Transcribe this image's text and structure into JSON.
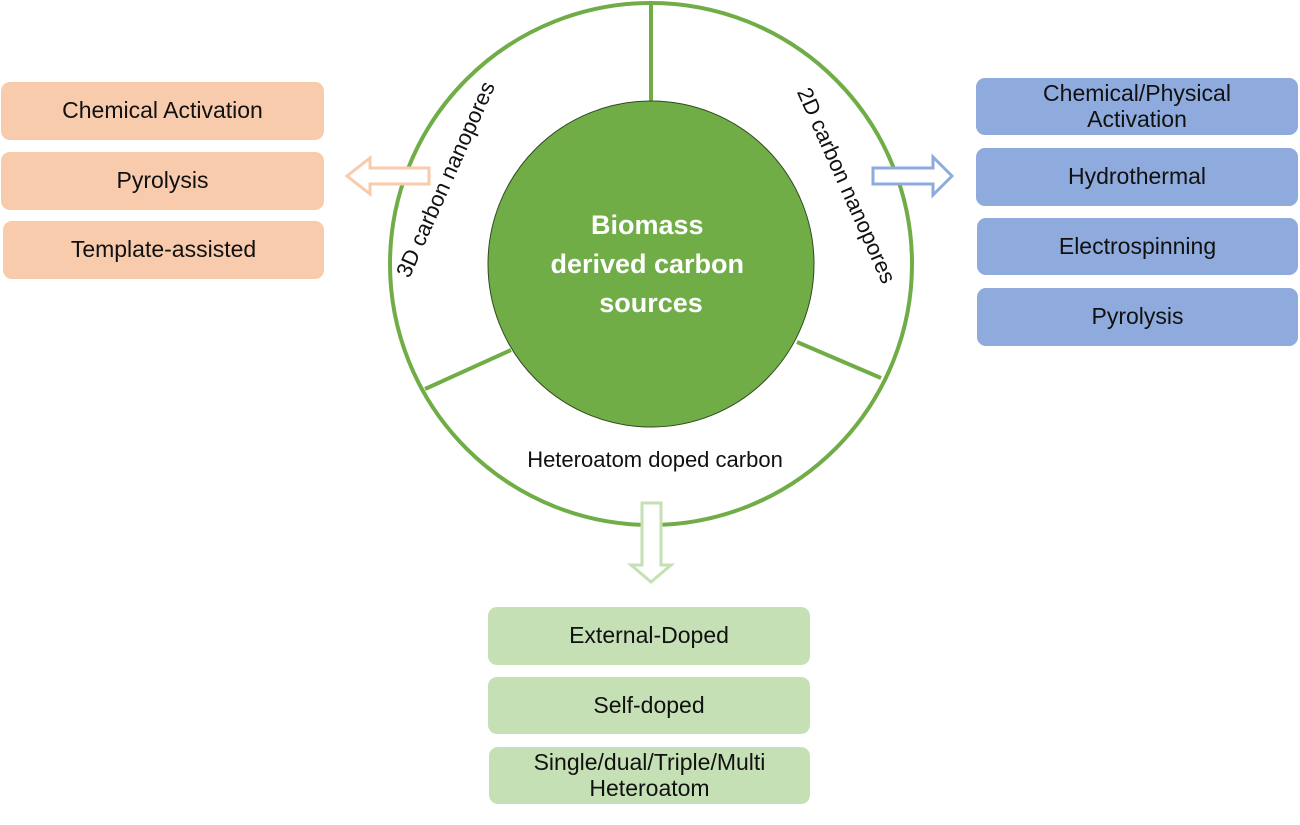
{
  "center": {
    "label_lines": [
      "Biomass",
      "derived carbon",
      "sources"
    ],
    "fill_color": "#70ad47"
  },
  "ring": {
    "stroke_color": "#70ad47",
    "segments": {
      "left": "3D carbon nanopores",
      "right": "2D carbon nanopores",
      "bottom": "Heteroatom doped carbon"
    }
  },
  "left_branch": {
    "color": "#f8cbad",
    "arrow_color": "#f8cbad",
    "items": [
      "Chemical Activation",
      "Pyrolysis",
      "Template-assisted"
    ]
  },
  "right_branch": {
    "color": "#8faadc",
    "arrow_color": "#8faadc",
    "items": [
      "Chemical/Physical\nActivation",
      "Hydrothermal",
      "Electrospinning",
      "Pyrolysis"
    ]
  },
  "bottom_branch": {
    "color": "#c5e0b4",
    "arrow_color": "#c5e0b4",
    "items": [
      "External-Doped",
      "Self-doped",
      "Single/dual/Triple/Multi\nHeteroatom"
    ]
  }
}
